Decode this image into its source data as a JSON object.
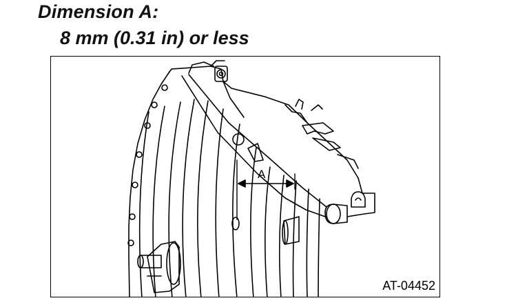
{
  "spec": {
    "title": "Dimension A:",
    "value": "8 mm (0.31 in) or less"
  },
  "figure": {
    "dimension_label": "A",
    "code": "AT-04452"
  }
}
